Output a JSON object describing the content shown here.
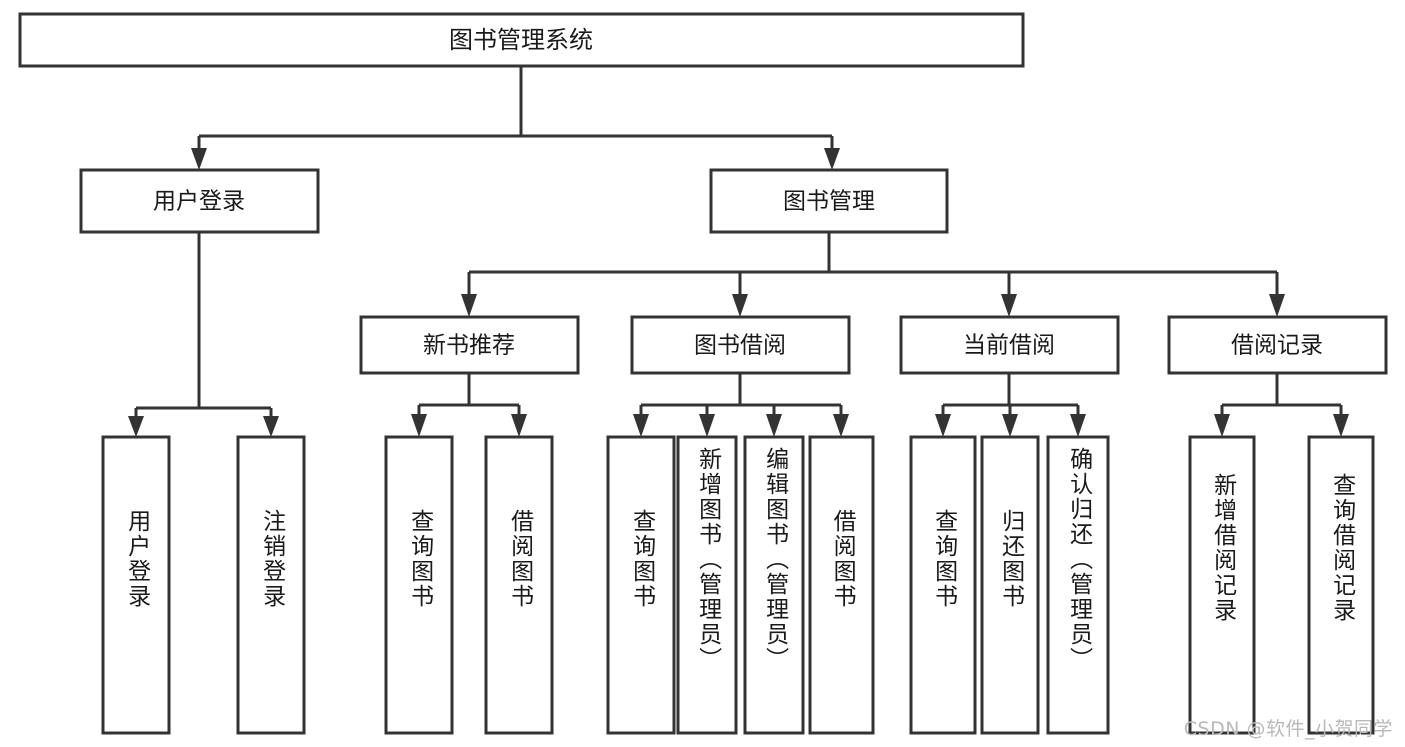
{
  "diagram": {
    "type": "tree",
    "title": "图书管理系统",
    "watermark": "CSDN @软件_小贺同学",
    "colors": {
      "stroke": "#333333",
      "box_fill": "#ffffff",
      "text": "#1a1a1a",
      "background": "#ffffff",
      "watermark": "#b9b9b9"
    },
    "levels": {
      "root": {
        "label": "图书管理系统"
      },
      "level2": [
        {
          "id": "user-login",
          "label": "用户登录"
        },
        {
          "id": "book-management",
          "label": "图书管理"
        }
      ],
      "level3": [
        {
          "id": "new-book-recommend",
          "label": "新书推荐",
          "parent": "book-management"
        },
        {
          "id": "book-borrow",
          "label": "图书借阅",
          "parent": "book-management"
        },
        {
          "id": "current-borrow",
          "label": "当前借阅",
          "parent": "book-management"
        },
        {
          "id": "borrow-record",
          "label": "借阅记录",
          "parent": "book-management"
        }
      ],
      "leaves": [
        {
          "id": "leaf-user-login",
          "label": "用户登录",
          "parent": "user-login"
        },
        {
          "id": "leaf-logout-login",
          "label": "注销登录",
          "parent": "user-login"
        },
        {
          "id": "leaf-query-book-1",
          "label": "查询图书",
          "parent": "new-book-recommend"
        },
        {
          "id": "leaf-borrow-book-1",
          "label": "借阅图书",
          "parent": "new-book-recommend"
        },
        {
          "id": "leaf-query-book-2",
          "label": "查询图书",
          "parent": "book-borrow"
        },
        {
          "id": "leaf-add-book",
          "label": "新增图书（管理员）",
          "parent": "book-borrow"
        },
        {
          "id": "leaf-edit-book",
          "label": "编辑图书（管理员）",
          "parent": "book-borrow"
        },
        {
          "id": "leaf-borrow-book-2",
          "label": "借阅图书",
          "parent": "book-borrow"
        },
        {
          "id": "leaf-query-book-3",
          "label": "查询图书",
          "parent": "current-borrow"
        },
        {
          "id": "leaf-return-book",
          "label": "归还图书",
          "parent": "current-borrow"
        },
        {
          "id": "leaf-confirm-return",
          "label": "确认归还（管理员）",
          "parent": "current-borrow"
        },
        {
          "id": "leaf-add-record",
          "label": "新增借阅记录",
          "parent": "borrow-record"
        },
        {
          "id": "leaf-query-record",
          "label": "查询借阅记录",
          "parent": "borrow-record"
        }
      ]
    }
  }
}
